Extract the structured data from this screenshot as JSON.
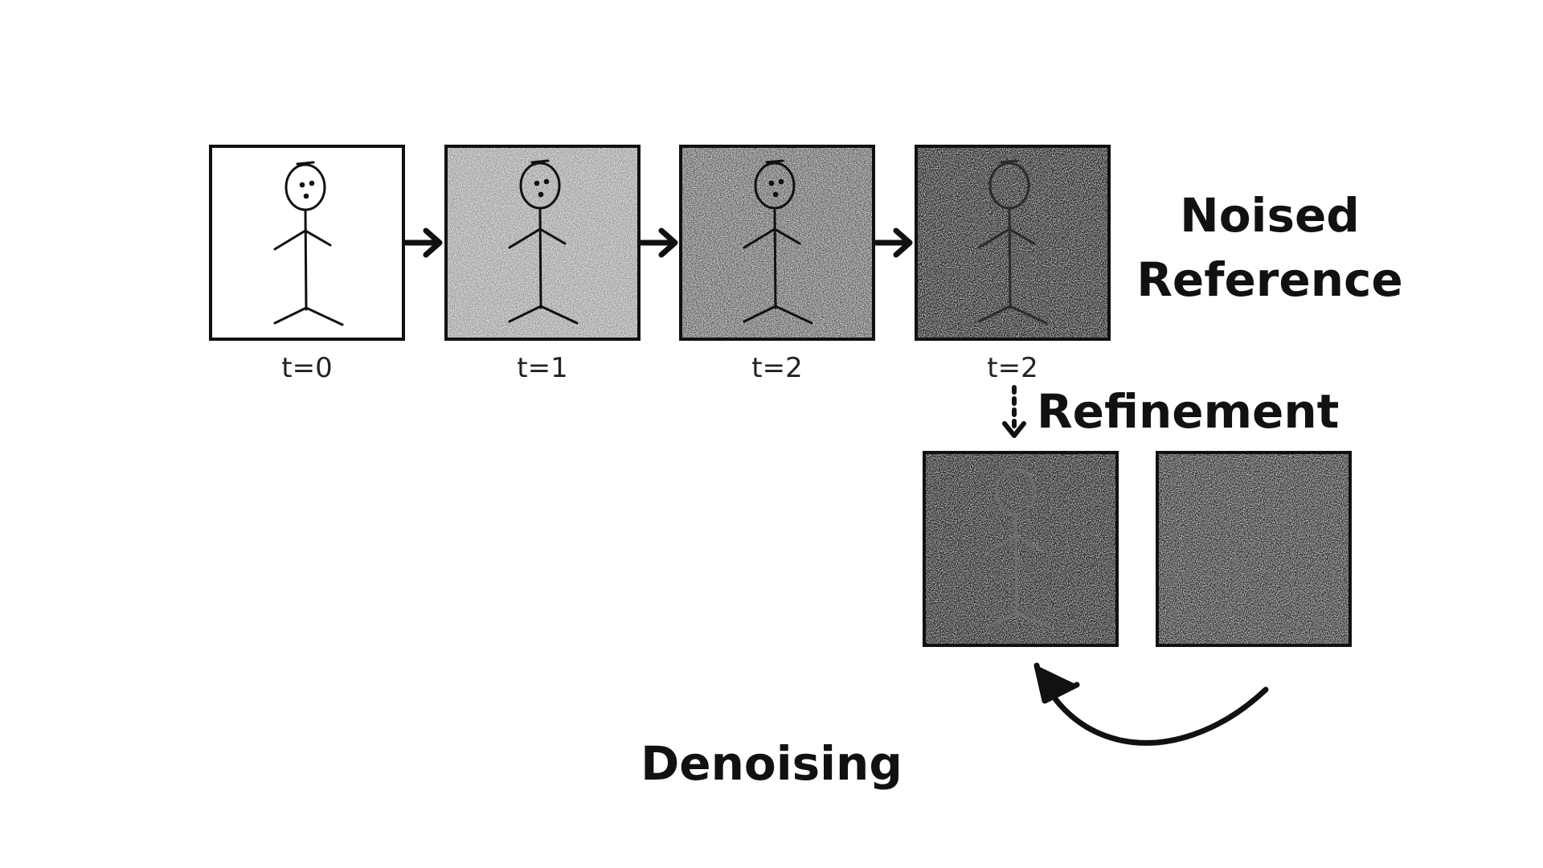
{
  "frames": [
    {
      "time_label": "t=0",
      "noise_level": 0.0,
      "figure": "stick-figure"
    },
    {
      "time_label": "t=1",
      "noise_level": 0.25,
      "figure": "stick-figure"
    },
    {
      "time_label": "t=2",
      "noise_level": 0.5,
      "figure": "stick-figure"
    },
    {
      "time_label": "t=2",
      "noise_level": 0.85,
      "figure": "stick-figure"
    }
  ],
  "refinement_frames": [
    {
      "noise_level": 0.85,
      "figure": "stick-figure-faint"
    },
    {
      "noise_level": 0.85,
      "figure": "none"
    }
  ],
  "labels": {
    "noised_reference_line1": "Noised",
    "noised_reference_line2": "Reference",
    "refinement": "Refinement",
    "denoising": "Denoising"
  },
  "colors": {
    "ink": "#111111",
    "background": "#ffffff"
  }
}
